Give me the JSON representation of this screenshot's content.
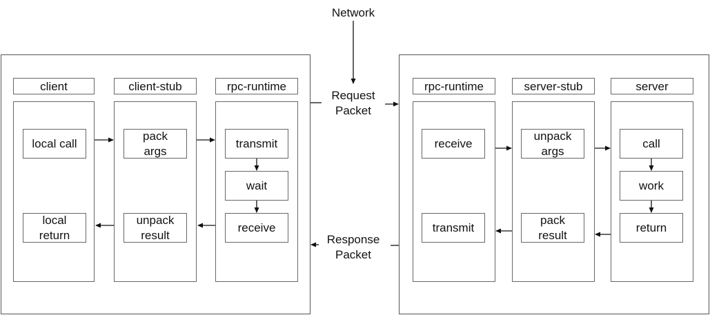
{
  "network": {
    "label": "Network"
  },
  "links": {
    "request": "Request\nPacket",
    "response": "Response\nPacket"
  },
  "client_machine": {
    "client": {
      "header": "client",
      "local_call": "local call",
      "local_return": "local\nreturn"
    },
    "client_stub": {
      "header": "client-stub",
      "pack_args": "pack\nargs",
      "unpack_result": "unpack\nresult"
    },
    "rpc_runtime": {
      "header": "rpc-runtime",
      "transmit": "transmit",
      "wait": "wait",
      "receive": "receive"
    }
  },
  "server_machine": {
    "rpc_runtime": {
      "header": "rpc-runtime",
      "receive": "receive",
      "transmit": "transmit"
    },
    "server_stub": {
      "header": "server-stub",
      "unpack_args": "unpack\nargs",
      "pack_result": "pack\nresult"
    },
    "server": {
      "header": "server",
      "call": "call",
      "work": "work",
      "return": "return"
    }
  }
}
